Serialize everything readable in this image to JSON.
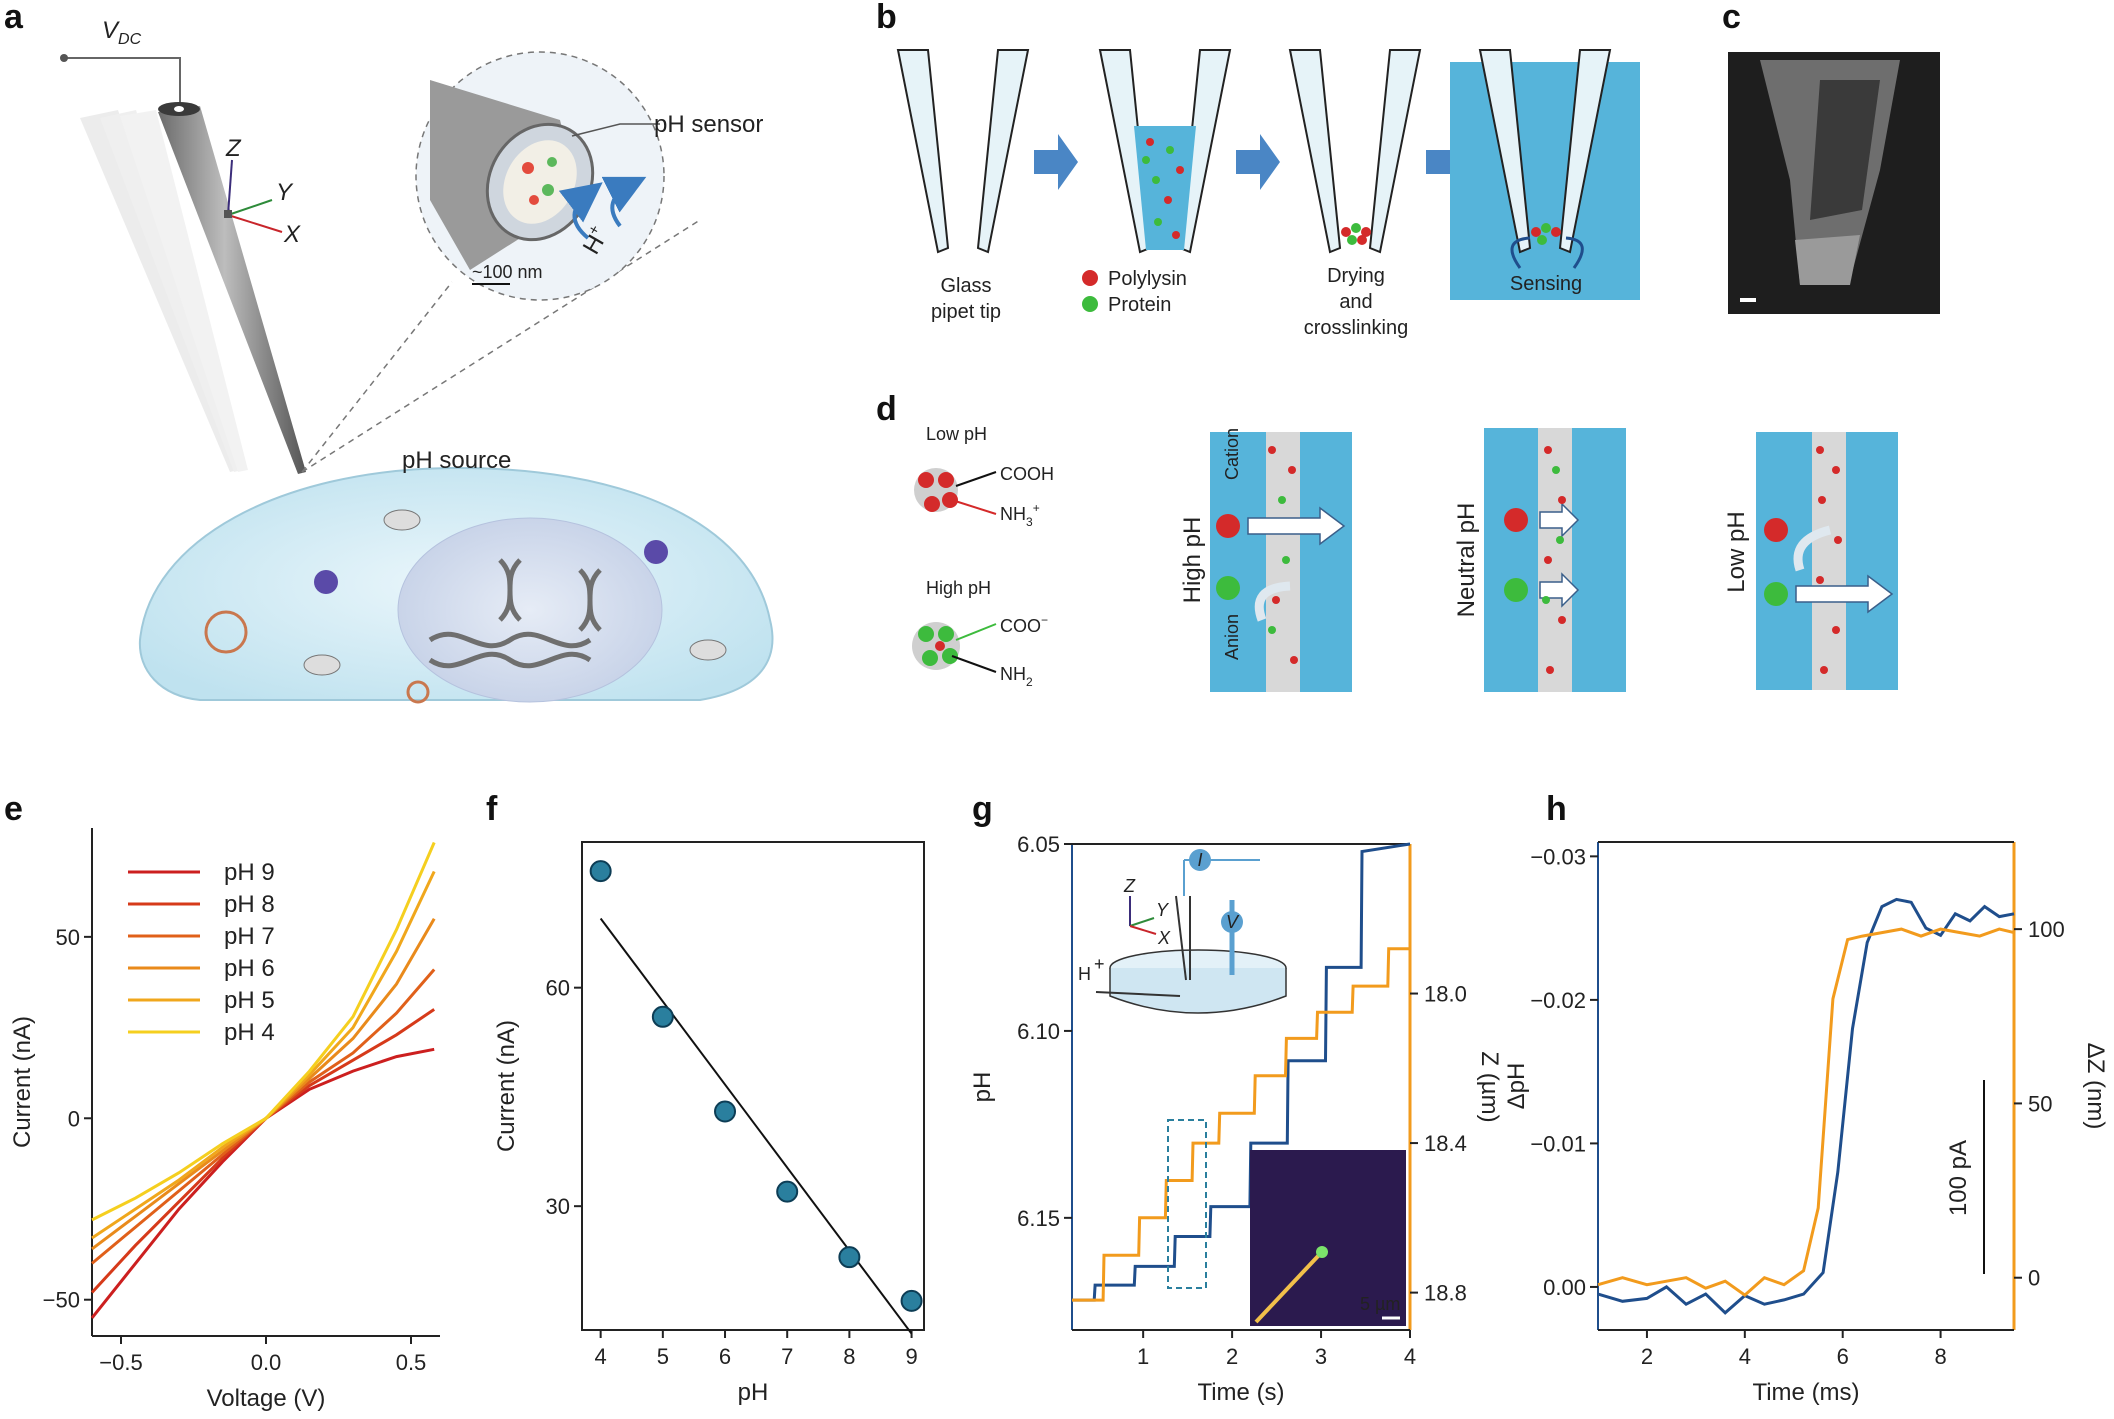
{
  "panel_letters": [
    "a",
    "b",
    "c",
    "d",
    "e",
    "f",
    "g",
    "h"
  ],
  "panel_a": {
    "vdc": "V",
    "vdc_sub": "DC",
    "axis_z": "Z",
    "axis_y": "Y",
    "axis_x": "X",
    "ph_sensor": "pH sensor",
    "scale": "~100 nm",
    "proton": "H",
    "proton_sup": "+",
    "ph_source": "pH source"
  },
  "panel_b": {
    "glass_line1": "Glass",
    "glass_line2": "pipet tip",
    "legend_polylysin": "Polylysin",
    "legend_protein": "Protein",
    "drying_line1": "Drying",
    "drying_line2": "and",
    "drying_line3": "crosslinking",
    "sensing": "Sensing"
  },
  "panel_d": {
    "low_ph": "Low pH",
    "cooh": "COOH",
    "nh3": "NH",
    "nh3_sub": "3",
    "nh3_sup": "+",
    "high_ph": "High pH",
    "coo": "COO",
    "coo_sup": "−",
    "nh2": "NH",
    "nh2_sub": "2",
    "high_ph_vertical": "High pH",
    "cation": "Cation",
    "anion": "Anion",
    "neutral_ph_vertical": "Neutral pH",
    "low_ph_vertical": "Low pH"
  },
  "chart_data": [
    {
      "panel": "e",
      "type": "line",
      "xlabel": "Voltage (V)",
      "ylabel": "Current (nA)",
      "xlim": [
        -0.6,
        0.6
      ],
      "ylim": [
        -60,
        80
      ],
      "xticks": [
        "−0.5",
        "0.0",
        "0.5"
      ],
      "yticks": [
        "−50",
        "0",
        "50"
      ],
      "legend_position": "top-left",
      "series": [
        {
          "name": "pH 9",
          "color": "#cc1f1f",
          "x": [
            -0.6,
            -0.45,
            -0.3,
            -0.15,
            0,
            0.15,
            0.3,
            0.45,
            0.58
          ],
          "y": [
            -55,
            -40,
            -25,
            -12,
            0,
            8,
            13,
            17,
            19
          ]
        },
        {
          "name": "pH 8",
          "color": "#d63a1a",
          "x": [
            -0.6,
            -0.45,
            -0.3,
            -0.15,
            0,
            0.15,
            0.3,
            0.45,
            0.58
          ],
          "y": [
            -48,
            -35,
            -23,
            -11,
            0,
            9,
            16,
            23,
            30
          ]
        },
        {
          "name": "pH 7",
          "color": "#e0601a",
          "x": [
            -0.6,
            -0.45,
            -0.3,
            -0.15,
            0,
            0.15,
            0.3,
            0.45,
            0.58
          ],
          "y": [
            -40,
            -30,
            -20,
            -10,
            0,
            10,
            18,
            29,
            41
          ]
        },
        {
          "name": "pH 6",
          "color": "#e98a1b",
          "x": [
            -0.6,
            -0.45,
            -0.3,
            -0.15,
            0,
            0.15,
            0.3,
            0.45,
            0.58
          ],
          "y": [
            -36,
            -27,
            -18,
            -9,
            0,
            11,
            22,
            37,
            55
          ]
        },
        {
          "name": "pH 5",
          "color": "#f0a71c",
          "x": [
            -0.6,
            -0.45,
            -0.3,
            -0.15,
            0,
            0.15,
            0.3,
            0.45,
            0.58
          ],
          "y": [
            -33,
            -25,
            -17,
            -8,
            0,
            12,
            25,
            46,
            68
          ]
        },
        {
          "name": "pH 4",
          "color": "#f5cf1f",
          "x": [
            -0.6,
            -0.45,
            -0.3,
            -0.15,
            0,
            0.15,
            0.3,
            0.45,
            0.58
          ],
          "y": [
            -28,
            -22,
            -15,
            -7,
            0,
            13,
            28,
            52,
            76
          ]
        }
      ]
    },
    {
      "panel": "f",
      "type": "scatter",
      "xlabel": "pH",
      "ylabel": "Current (nA)",
      "xlim": [
        3.7,
        9.2
      ],
      "ylim": [
        13,
        80
      ],
      "xticks": [
        "4",
        "5",
        "6",
        "7",
        "8",
        "9"
      ],
      "yticks": [
        "30",
        "60"
      ],
      "points_x": [
        4,
        5,
        6,
        7,
        8,
        9
      ],
      "points_y": [
        76,
        56,
        43,
        32,
        23,
        17
      ],
      "fit_line": {
        "x": [
          4,
          9
        ],
        "y": [
          69.5,
          12.5
        ]
      },
      "marker_color": "#2a7f9e"
    },
    {
      "panel": "g",
      "type": "line",
      "xlabel": "Time (s)",
      "ylabel_left": "pH",
      "ylabel_right": "Z (µm)",
      "xlim": [
        0.2,
        4
      ],
      "ylim_left": [
        6.05,
        6.18
      ],
      "ylim_right": [
        17.6,
        18.9
      ],
      "xticks": [
        "1",
        "2",
        "3",
        "4"
      ],
      "yticks_left": [
        "6.05",
        "6.10",
        "6.15"
      ],
      "yticks_right": [
        "18.0",
        "18.4",
        "18.8"
      ],
      "series": [
        {
          "name": "pH",
          "axis": "left",
          "color": "#1f4e8c",
          "x": [
            0.2,
            0.45,
            0.46,
            0.9,
            0.91,
            1.35,
            1.36,
            1.75,
            1.76,
            2.2,
            2.21,
            2.62,
            2.63,
            3.05,
            3.06,
            3.45,
            3.46,
            4.0
          ],
          "y": [
            6.172,
            6.172,
            6.168,
            6.168,
            6.163,
            6.163,
            6.155,
            6.155,
            6.147,
            6.147,
            6.13,
            6.13,
            6.108,
            6.108,
            6.083,
            6.083,
            6.052,
            6.05
          ]
        },
        {
          "name": "Z",
          "axis": "right",
          "color": "#f29b1d",
          "x": [
            0.2,
            0.55,
            0.56,
            0.95,
            0.96,
            1.25,
            1.26,
            1.55,
            1.56,
            1.85,
            1.86,
            2.25,
            2.26,
            2.6,
            2.61,
            2.95,
            2.96,
            3.35,
            3.36,
            3.75,
            3.76,
            4.0
          ],
          "y": [
            18.82,
            18.82,
            18.7,
            18.7,
            18.6,
            18.6,
            18.5,
            18.5,
            18.4,
            18.4,
            18.32,
            18.32,
            18.22,
            18.22,
            18.12,
            18.12,
            18.05,
            18.05,
            17.98,
            17.98,
            17.88,
            17.88
          ]
        }
      ],
      "inset_labels": {
        "z": "Z",
        "y": "Y",
        "x": "X",
        "i": "I",
        "v": "V",
        "h": "H",
        "h_sup": "+",
        "scale": "5 µm"
      }
    },
    {
      "panel": "h",
      "type": "line",
      "xlabel": "Time (ms)",
      "ylabel_left": "ΔpH",
      "ylabel_right": "ΔZ (nm)",
      "xlim": [
        1,
        9.5
      ],
      "ylim_left": [
        0.003,
        -0.031
      ],
      "ylim_right": [
        -15,
        125
      ],
      "xticks": [
        "2",
        "4",
        "6",
        "8"
      ],
      "yticks_left": [
        "−0.03",
        "−0.02",
        "−0.01",
        "0.00"
      ],
      "yticks_right": [
        "0",
        "50",
        "100"
      ],
      "scalebar_label": "100 pA",
      "series": [
        {
          "name": "ΔpH",
          "axis": "left",
          "color": "#1f4e8c",
          "x": [
            1,
            1.5,
            2,
            2.4,
            2.8,
            3.2,
            3.6,
            4,
            4.4,
            4.8,
            5.2,
            5.6,
            5.9,
            6.2,
            6.5,
            6.8,
            7.1,
            7.4,
            7.7,
            8,
            8.3,
            8.6,
            8.9,
            9.2,
            9.5
          ],
          "y": [
            0.0005,
            0.001,
            0.0008,
            0.0,
            0.0012,
            0.0005,
            0.0018,
            0.0006,
            0.0012,
            0.0009,
            0.0005,
            -0.001,
            -0.008,
            -0.018,
            -0.024,
            -0.0265,
            -0.027,
            -0.0268,
            -0.025,
            -0.0245,
            -0.026,
            -0.0255,
            -0.0265,
            -0.0258,
            -0.026
          ]
        },
        {
          "name": "ΔZ",
          "axis": "right",
          "color": "#f29b1d",
          "x": [
            1,
            1.5,
            2,
            2.4,
            2.8,
            3.2,
            3.6,
            4,
            4.4,
            4.8,
            5.2,
            5.5,
            5.8,
            6.1,
            6.4,
            6.8,
            7.2,
            7.6,
            8,
            8.4,
            8.8,
            9.2,
            9.5
          ],
          "y": [
            -2,
            0,
            -2,
            -1,
            0,
            -3,
            -1,
            -5,
            0,
            -2,
            2,
            20,
            80,
            97,
            98,
            99,
            100,
            98,
            100,
            99,
            98,
            100,
            99
          ]
        }
      ]
    }
  ]
}
